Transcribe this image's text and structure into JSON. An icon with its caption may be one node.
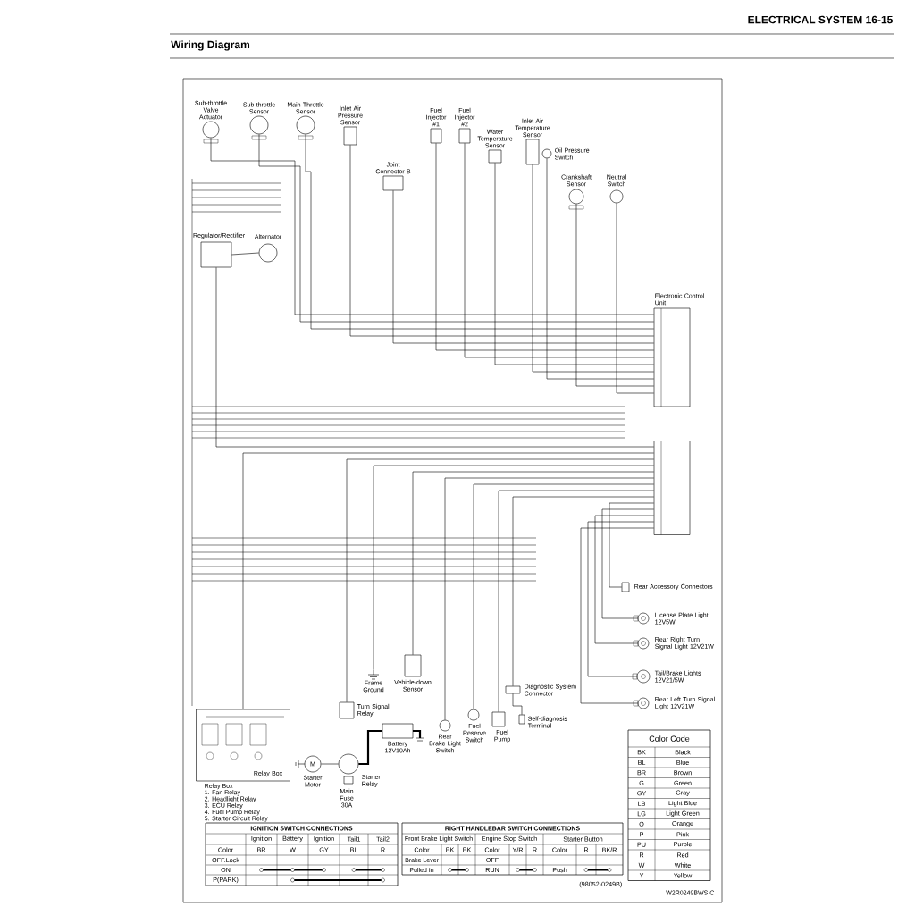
{
  "diagram": {
    "title": "Wiring Diagram",
    "nodes": [
      {
        "text": [
          "Sub-throttle Valve Actuator"
        ]
      },
      {
        "text": [
          "Sub-throttle Sensor"
        ]
      },
      {
        "text": [
          "Main Throttle Sensor"
        ]
      },
      {
        "text": [
          "Inlet Air Pressure Sensor"
        ]
      },
      {
        "text": [
          "Joint Connector B"
        ]
      },
      {
        "text": [
          "Fuel Injector #1"
        ]
      },
      {
        "text": [
          "Fuel Injector #2"
        ]
      },
      {
        "text": [
          "Water Temperature Sensor"
        ]
      },
      {
        "text": [
          "Inlet Air Temperature Sensor"
        ]
      },
      {
        "text": [
          "Oil Pressure Switch"
        ]
      },
      {
        "text": [
          "Crankshaft Sensor"
        ]
      },
      {
        "text": [
          "Neutral Switch"
        ]
      },
      {
        "text": [
          "Regulator/Rectifier"
        ]
      },
      {
        "text": [
          "Alternator"
        ]
      },
      {
        "text": [
          "Electronic Control Unit"
        ]
      },
      {
        "text": [],
        "shape": "box"
      },
      {
        "text": [
          "Rear Accessory Connectors"
        ]
      },
      {
        "text": [
          "License Plate Light 12V5W"
        ]
      },
      {
        "text": [
          "Rear Right Turn Signal Light 12V21W"
        ]
      },
      {
        "text": [
          "Tail/Brake Lights 12V21/5W"
        ]
      },
      {
        "text": [
          "Rear Left Turn Signal Light 12V21W"
        ]
      },
      {
        "text": [
          "Frame Ground"
        ]
      },
      {
        "text": [
          "Vehicle-down Sensor"
        ]
      },
      {
        "text": [
          "Turn Signal Relay"
        ]
      },
      {
        "text": [
          "Battery 12V10Ah"
        ]
      },
      {
        "text": [
          "Rear Brake Light Switch"
        ]
      },
      {
        "text": [
          "Fuel Reserve Switch"
        ]
      },
      {
        "text": [
          "Fuel Pump"
        ]
      },
      {
        "text": [
          "Diagnostic System Connector"
        ]
      },
      {
        "text": [
          "Self-diagnosis Terminal"
        ]
      },
      {
        "text": [
          "Relay Box"
        ]
      },
      {
        "text": [
          "M"
        ],
        "beside": [
          "Starter Motor"
        ]
      },
      {
        "text": [
          "Starter Relay"
        ]
      },
      {
        "text": [
          "Main Fuse 30A"
        ]
      }
    ],
    "edges": [
      {
        "from": 0,
        "to": 14,
        "arrow": "none"
      },
      {
        "from": 1,
        "to": 14,
        "arrow": "none"
      },
      {
        "from": 2,
        "to": 14,
        "arrow": "none"
      },
      {
        "from": 3,
        "to": 14,
        "arrow": "none"
      },
      {
        "from": 4,
        "to": 14,
        "arrow": "none"
      },
      {
        "from": 5,
        "to": 14,
        "arrow": "none"
      },
      {
        "from": 6,
        "to": 14,
        "arrow": "none"
      },
      {
        "from": 7,
        "to": 14,
        "arrow": "none"
      },
      {
        "from": 8,
        "to": 14,
        "arrow": "none"
      },
      {
        "from": 9,
        "to": 14,
        "arrow": "none"
      },
      {
        "from": 10,
        "to": 14,
        "arrow": "none"
      },
      {
        "from": 11,
        "to": 14,
        "arrow": "none"
      },
      {
        "from": 12,
        "to": 15,
        "arrow": "none"
      },
      {
        "from": 13,
        "to": 12,
        "arrow": "none"
      },
      {
        "from": 24,
        "to": 32,
        "arrow": "none",
        "style": "thick"
      },
      {
        "from": 32,
        "to": 31,
        "arrow": "none"
      },
      {
        "from": 30,
        "to": 15,
        "arrow": "none"
      },
      {
        "from": 23,
        "to": 15,
        "arrow": "none"
      },
      {
        "from": 21,
        "to": 15,
        "arrow": "none"
      },
      {
        "from": 22,
        "to": 15,
        "arrow": "none"
      },
      {
        "from": 25,
        "to": 15,
        "arrow": "none"
      },
      {
        "from": 26,
        "to": 15,
        "arrow": "none"
      },
      {
        "from": 27,
        "to": 15,
        "arrow": "none"
      },
      {
        "from": 28,
        "to": 15,
        "arrow": "none"
      },
      {
        "from": 29,
        "to": 28,
        "arrow": "none"
      },
      {
        "from": 16,
        "to": 15,
        "arrow": "none"
      },
      {
        "from": 17,
        "to": 15,
        "arrow": "none"
      },
      {
        "from": 18,
        "to": 15,
        "arrow": "none"
      },
      {
        "from": 19,
        "to": 15,
        "arrow": "none"
      },
      {
        "from": 20,
        "to": 15,
        "arrow": "none"
      }
    ],
    "labels": [
      "ELECTRICAL SYSTEM 16-15",
      "Relay Box",
      "1. Fan Relay",
      "2. Headlight Relay",
      "3. ECU Relay",
      "4. Fuel Pump Relay",
      "5. Starter Circuit Relay",
      "IGNITION SWITCH CONNECTIONS",
      "Ignition",
      "Battery",
      "Ignition",
      "Tail1",
      "Tail2",
      "Color",
      "BR",
      "W",
      "GY",
      "BL",
      "R",
      "OFF.Lock",
      "ON",
      "P(PARK)",
      "RIGHT HANDLEBAR SWITCH CONNECTIONS",
      "Front Brake Light Switch",
      "Engine Stop Switch",
      "Starter Button",
      "Color",
      "BK",
      "BK",
      "Color",
      "Y/R",
      "R",
      "Color",
      "R",
      "BK/R",
      "Brake Lever",
      "OFF",
      "Pulled In",
      "RUN",
      "Push",
      "(98052-0249B)",
      "Color Code",
      "BK",
      "Black",
      "BL",
      "Blue",
      "BR",
      "Brown",
      "G",
      "Green",
      "GY",
      "Gray",
      "LB",
      "Light Blue",
      "LG",
      "Light Green",
      "O",
      "Orange",
      "P",
      "Pink",
      "PU",
      "Purple",
      "R",
      "Red",
      "W",
      "White",
      "Y",
      "Yellow",
      "W2R0249BWS C"
    ]
  }
}
